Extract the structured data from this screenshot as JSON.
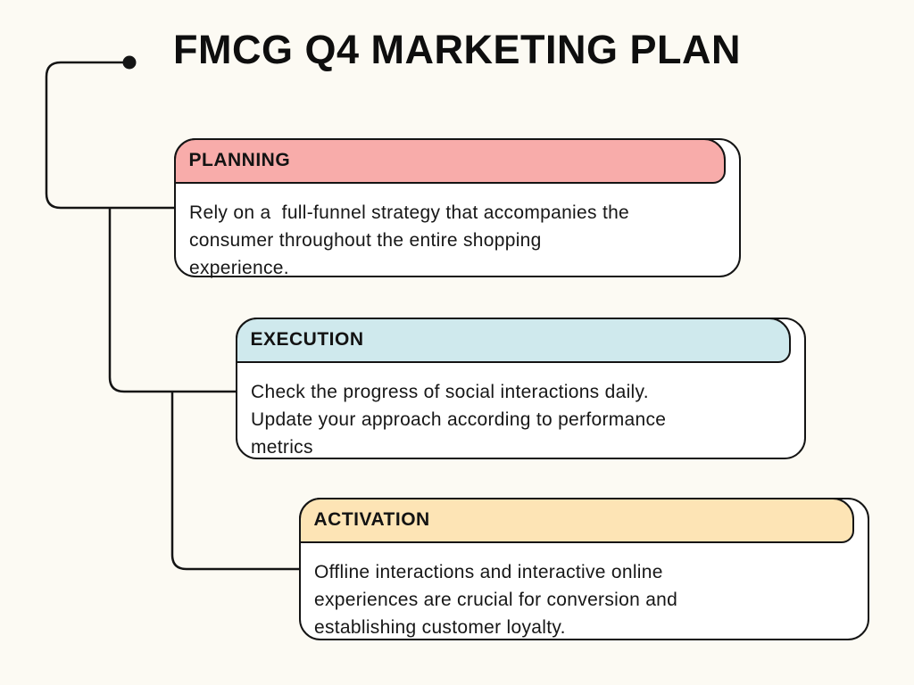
{
  "page": {
    "title": "FMCG Q4 MARKETING PLAN",
    "background": "#fcfaf3"
  },
  "connector": {
    "color": "#141414"
  },
  "cards": [
    {
      "label": "PLANNING",
      "header_color": "#f8acaa",
      "body": "Rely on a  full-funnel strategy that accompanies the\nconsumer throughout the entire shopping\nexperience."
    },
    {
      "label": "EXECUTION",
      "header_color": "#cfe9ed",
      "body": "Check the progress of social interactions daily.\nUpdate your approach according to performance\nmetrics"
    },
    {
      "label": "ACTIVATION",
      "header_color": "#fde4b5",
      "body": "Offline interactions and interactive online\nexperiences are crucial for conversion and\nestablishing customer loyalty."
    }
  ]
}
